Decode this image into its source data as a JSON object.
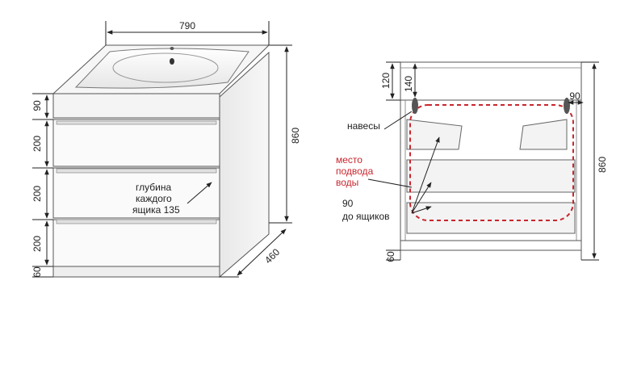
{
  "front_view": {
    "width_dim": "790",
    "height_dim": "860",
    "depth_dim": "460",
    "top_dim": "90",
    "drawer1_dim": "200",
    "drawer2_dim": "200",
    "drawer3_dim": "200",
    "plinth_dim": "60",
    "depth_note": [
      "глубина",
      "каждого",
      "ящика 135"
    ]
  },
  "back_view": {
    "top_dim": "120",
    "hinge_dim": "140",
    "side_dim": "90",
    "height_dim": "860",
    "plinth_dim": "60",
    "hangers_label": "навесы",
    "water_label": [
      "место",
      "подвода",
      "воды"
    ],
    "drawer_gap_label": [
      "90",
      "до ящиков"
    ]
  },
  "colors": {
    "line": "#2b2b2b",
    "panel_fill": "#f2f2f2",
    "water_zone": "#c8262e"
  }
}
